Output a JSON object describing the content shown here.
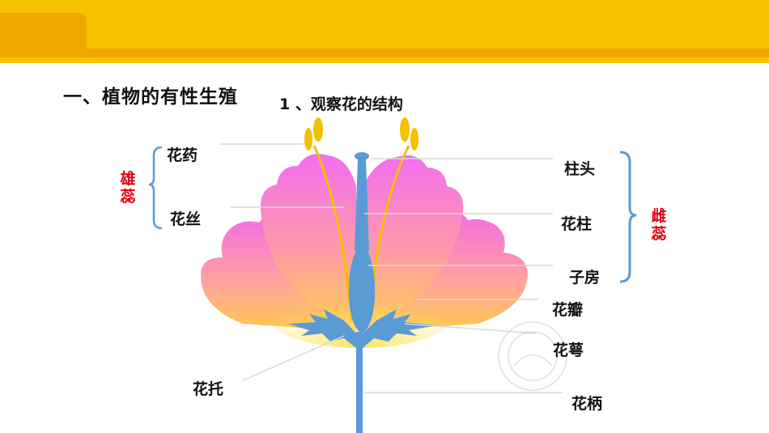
{
  "slide": {
    "title": "一、植物的有性生殖",
    "subtitle": "1 、观察花的结构"
  },
  "diagram": {
    "left_labels": {
      "anther": "花药",
      "filament": "花丝",
      "stamen": "雄蕊",
      "receptacle": "花托"
    },
    "right_labels": {
      "stigma": "柱头",
      "style": "花柱",
      "ovary": "子房",
      "pistil": "雌蕊",
      "petal": "花瓣",
      "sepal": "花萼",
      "pedicel": "花柄"
    }
  },
  "colors": {
    "banner": "#f7c200",
    "petal_top": "#f26ef0",
    "petal_bottom": "#ffd14d",
    "pistil": "#5b9bd5",
    "stamen": "#f5c000",
    "group_red": "#e60012"
  }
}
